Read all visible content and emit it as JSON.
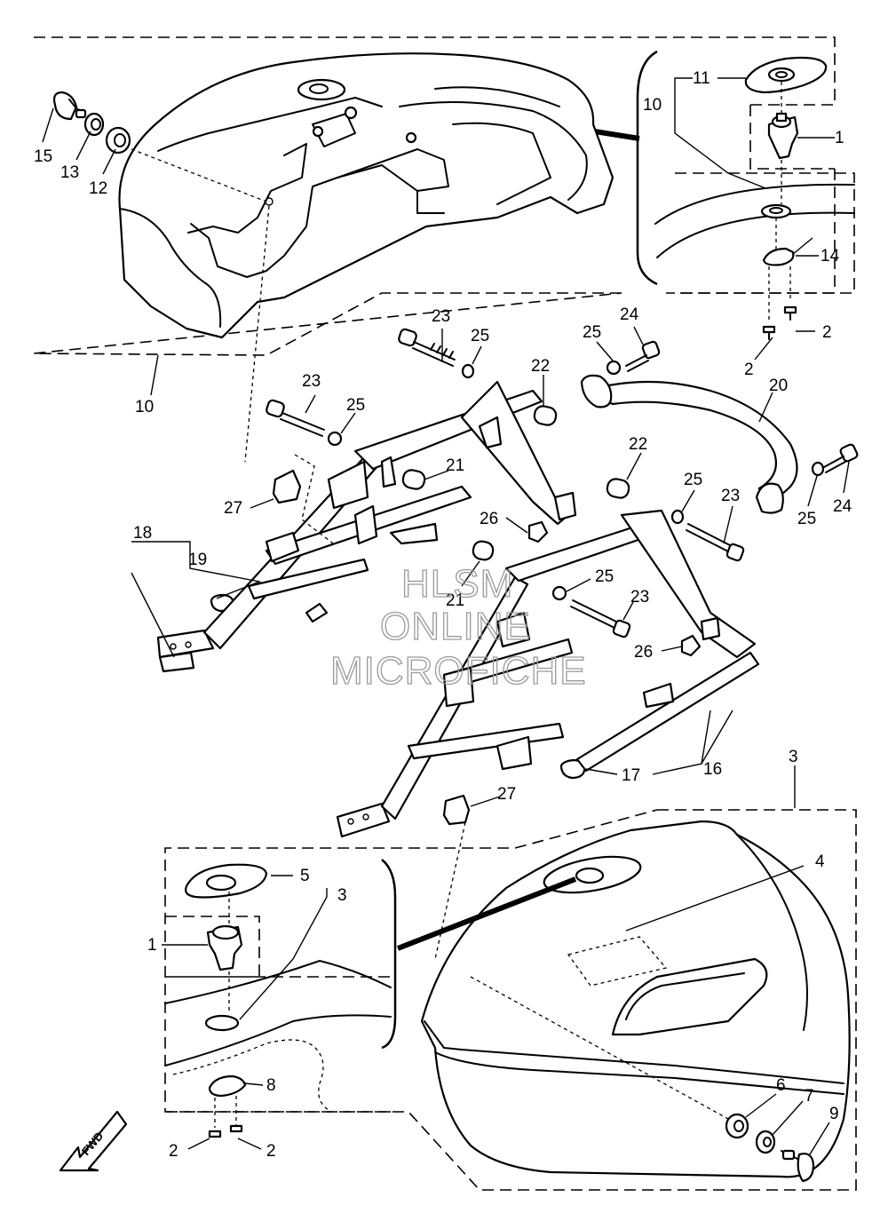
{
  "watermark": {
    "line1": "HLSM",
    "line2": "ONLINE",
    "line3": "MICROFICHE"
  },
  "fwd_label": "FWD",
  "callouts": [
    "1",
    "1",
    "2",
    "2",
    "2",
    "2",
    "3",
    "3",
    "4",
    "5",
    "6",
    "7",
    "8",
    "9",
    "10",
    "10",
    "11",
    "12",
    "13",
    "14",
    "15",
    "16",
    "17",
    "18",
    "19",
    "20",
    "21",
    "21",
    "22",
    "22",
    "23",
    "23",
    "23",
    "23",
    "24",
    "24",
    "25",
    "25",
    "25",
    "25",
    "25",
    "26",
    "26",
    "27",
    "27"
  ]
}
